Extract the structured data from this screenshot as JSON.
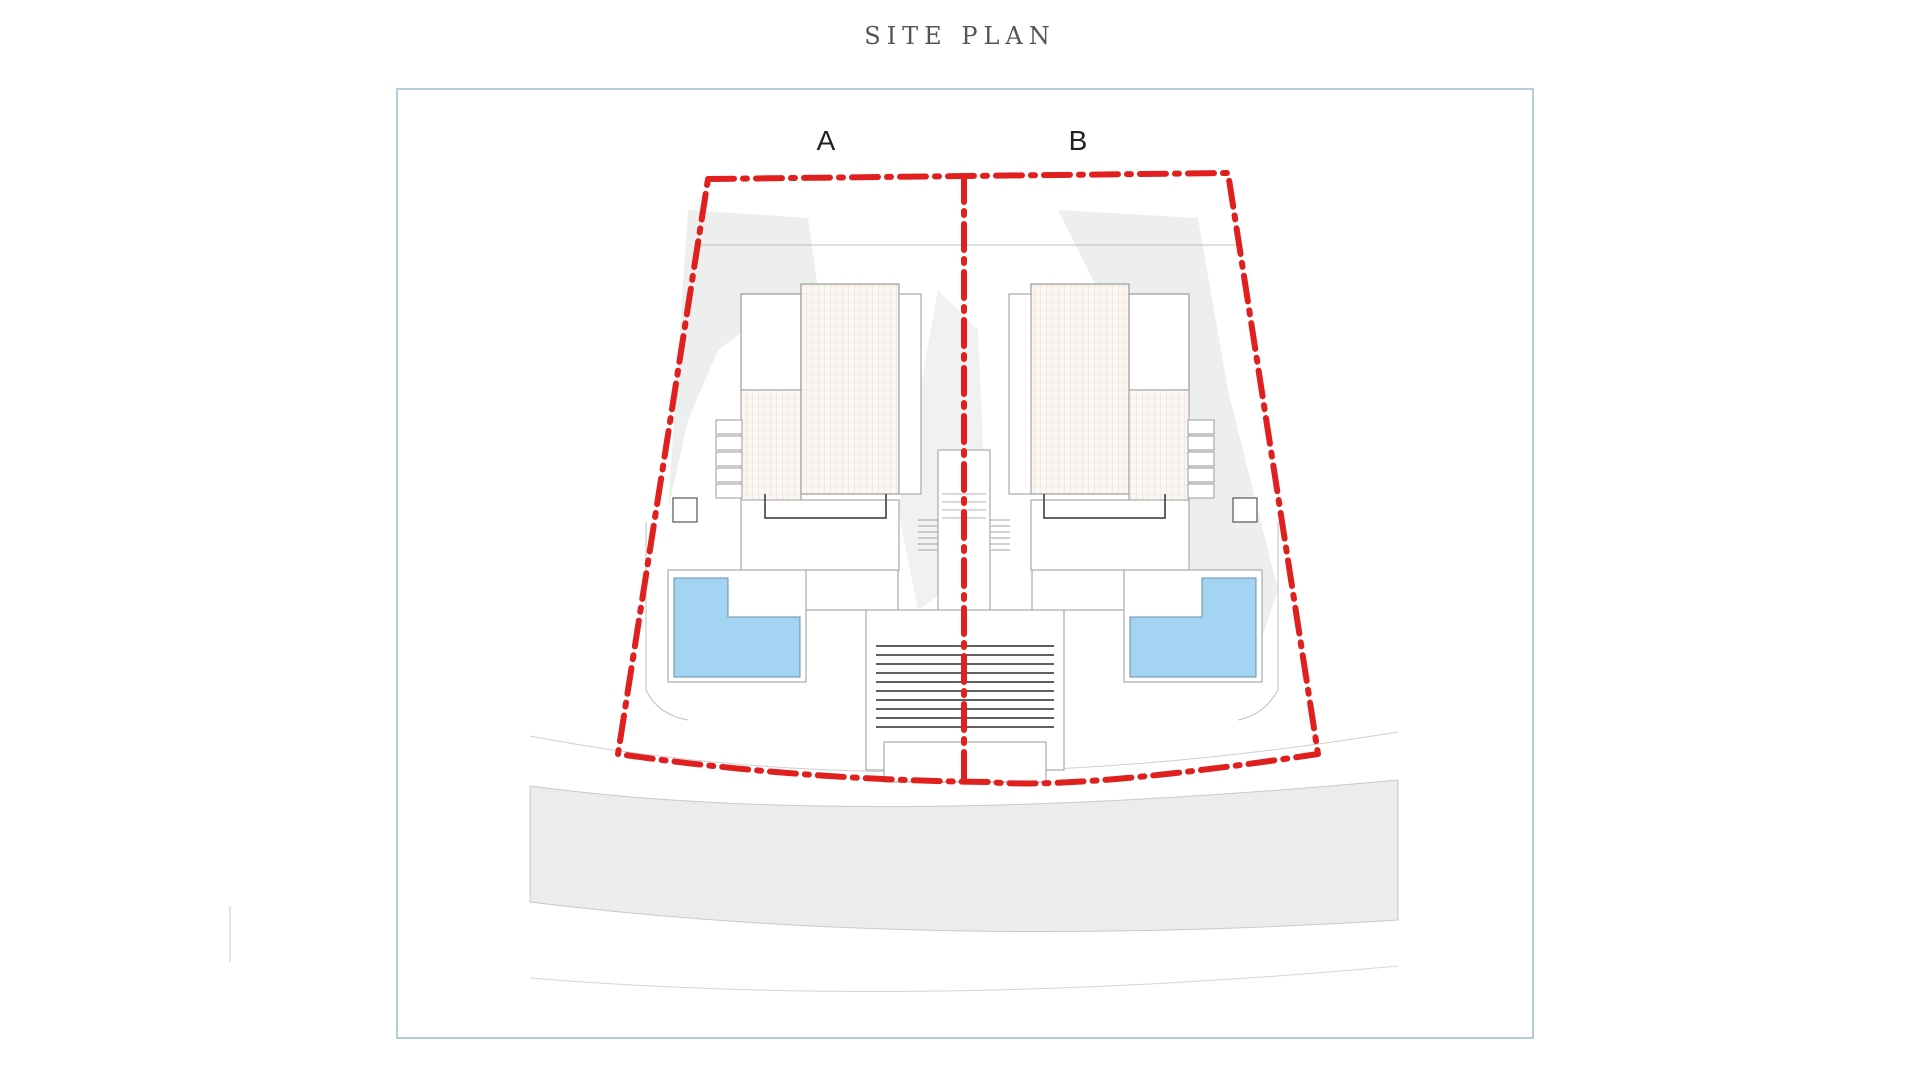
{
  "page": {
    "title": "SITE PLAN"
  },
  "plan": {
    "plots": [
      {
        "label": "A"
      },
      {
        "label": "B"
      }
    ],
    "colors": {
      "boundary": "#e0201e",
      "pool": "#a3d4f2",
      "road": "#ececec",
      "vegetation": "#e6eae8",
      "frame": "#b4cdd6"
    }
  }
}
